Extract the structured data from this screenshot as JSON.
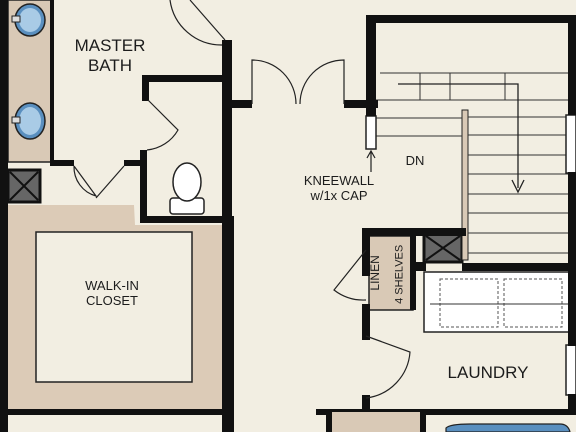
{
  "rooms": {
    "master_bath": {
      "line1": "MASTER",
      "line2": "BATH"
    },
    "walk_in_closet": {
      "line1": "WALK-IN",
      "line2": "CLOSET"
    },
    "laundry": {
      "label": "LAUNDRY"
    }
  },
  "annotations": {
    "kneewall_line1": "KNEEWALL",
    "kneewall_line2": "w/1x CAP",
    "stair_direction": "DN",
    "linen": "LINEN",
    "shelves": "4 SHELVES"
  },
  "colors": {
    "floor": "#f2eee2",
    "wall": "#111111",
    "cabinet": "#d9c9b6",
    "closet_band": "#dccbb7",
    "fixture": "#5a8fbf"
  }
}
